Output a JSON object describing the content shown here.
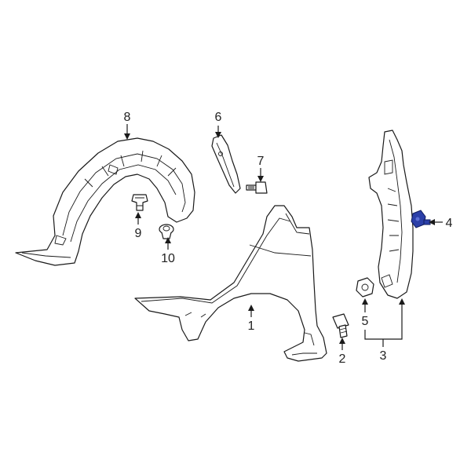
{
  "callouts": [
    {
      "id": "1",
      "label": "1"
    },
    {
      "id": "2",
      "label": "2"
    },
    {
      "id": "3",
      "label": "3"
    },
    {
      "id": "4",
      "label": "4"
    },
    {
      "id": "5",
      "label": "5"
    },
    {
      "id": "6",
      "label": "6"
    },
    {
      "id": "7",
      "label": "7"
    },
    {
      "id": "8",
      "label": "8"
    },
    {
      "id": "9",
      "label": "9"
    },
    {
      "id": "10",
      "label": "10"
    }
  ],
  "colors": {
    "line": "#1a1a1a",
    "highlight": "#2b3fa8",
    "background": "#ffffff"
  },
  "highlighted_part": "4"
}
